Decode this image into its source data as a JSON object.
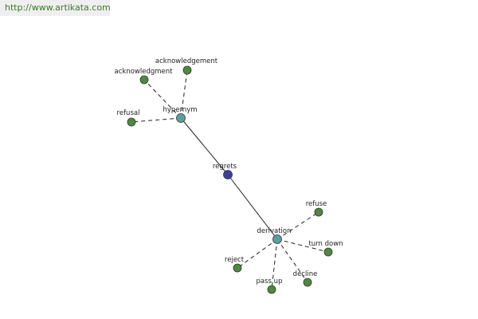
{
  "header": {
    "url_text": "http://www.artikata.com"
  },
  "colors": {
    "center_node": "#3d3f9e",
    "relation_node": "#5f9ea0",
    "leaf_node": "#4e8a3e",
    "url_text": "#3a7a2a"
  },
  "graph": {
    "nodes": [
      {
        "id": "regrets",
        "label": "regrets",
        "kind": "center"
      },
      {
        "id": "hypernym",
        "label": "hypernym",
        "kind": "relation"
      },
      {
        "id": "derivation",
        "label": "derivation",
        "kind": "relation"
      },
      {
        "id": "acknowledgment",
        "label": "acknowledgment",
        "kind": "leaf"
      },
      {
        "id": "acknowledgement",
        "label": "acknowledgement",
        "kind": "leaf"
      },
      {
        "id": "refusal",
        "label": "refusal",
        "kind": "leaf"
      },
      {
        "id": "refuse",
        "label": "refuse",
        "kind": "leaf"
      },
      {
        "id": "turn-down",
        "label": "turn down",
        "kind": "leaf"
      },
      {
        "id": "decline",
        "label": "decline",
        "kind": "leaf"
      },
      {
        "id": "pass-up",
        "label": "pass up",
        "kind": "leaf"
      },
      {
        "id": "reject",
        "label": "reject",
        "kind": "leaf"
      }
    ],
    "edges": [
      {
        "from": "regrets",
        "to": "hypernym",
        "style": "solid"
      },
      {
        "from": "regrets",
        "to": "derivation",
        "style": "solid"
      },
      {
        "from": "hypernym",
        "to": "acknowledgment",
        "style": "dashed"
      },
      {
        "from": "hypernym",
        "to": "acknowledgement",
        "style": "dashed"
      },
      {
        "from": "hypernym",
        "to": "refusal",
        "style": "dashed"
      },
      {
        "from": "derivation",
        "to": "refuse",
        "style": "dashed"
      },
      {
        "from": "derivation",
        "to": "turn-down",
        "style": "dashed"
      },
      {
        "from": "derivation",
        "to": "decline",
        "style": "dashed"
      },
      {
        "from": "derivation",
        "to": "pass-up",
        "style": "dashed"
      },
      {
        "from": "derivation",
        "to": "reject",
        "style": "dashed"
      }
    ]
  }
}
